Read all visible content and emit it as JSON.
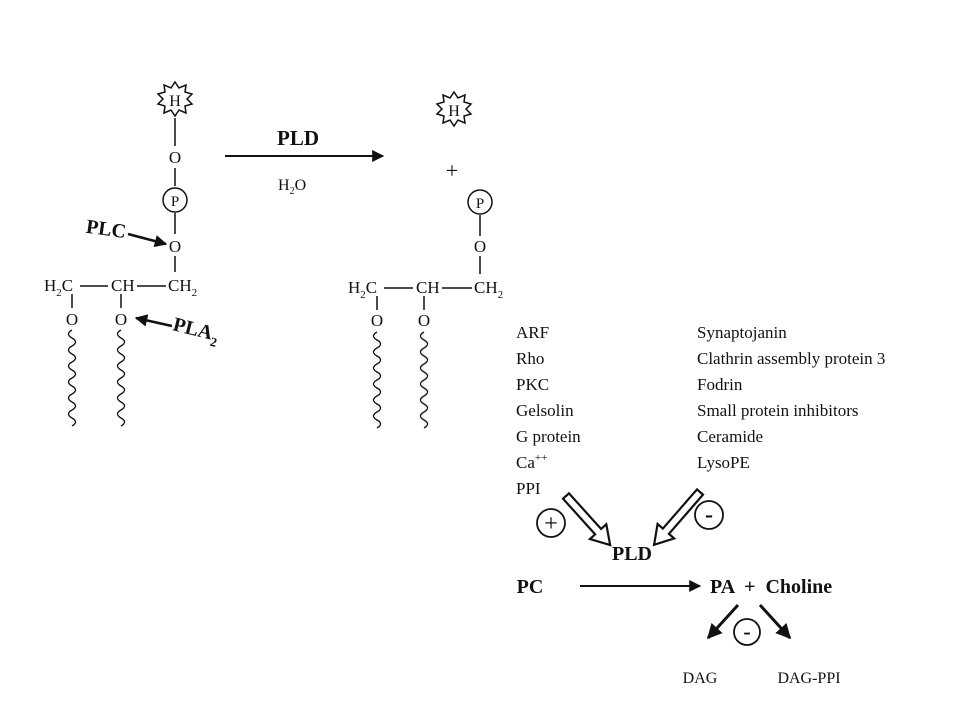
{
  "diagram": {
    "left_molecule": {
      "headgroup": "H",
      "phosphate": "P",
      "oxygen": "O",
      "backbone_left": "H",
      "backbone_left_sub": "2",
      "backbone_left_tail": "C",
      "backbone_mid": "CH",
      "backbone_right": "CH",
      "backbone_right_sub": "2",
      "dash": "—",
      "enzyme_plc": "PLC",
      "enzyme_pla": "PLA",
      "enzyme_pla_sub": "2"
    },
    "reaction": {
      "enzyme": "PLD",
      "cofactor": "H",
      "cofactor_sub": "2",
      "cofactor_tail": "O",
      "plus": "+"
    },
    "right_molecule": {
      "headgroup": "H",
      "phosphate": "P",
      "oxygen": "O",
      "backbone_left": "H",
      "backbone_left_sub": "2",
      "backbone_left_tail": "C",
      "backbone_mid": "CH",
      "backbone_right": "CH",
      "backbone_right_sub": "2"
    },
    "activators": [
      "ARF",
      "Rho",
      "PKC",
      "Gelsolin",
      "G protein",
      "Ca",
      "PPI"
    ],
    "activator_ca_sup": "++",
    "inhibitors": [
      "Synaptojanin",
      "Clathrin assembly protein 3",
      "Fodrin",
      "Small protein inhibitors",
      "Ceramide",
      "LysoPE"
    ],
    "plus_sign": "+",
    "minus_sign": "-",
    "center_enzyme": "PLD",
    "substrate": "PC",
    "products": "PA  +  Choline",
    "downstream": [
      "DAG",
      "DAG-PPI"
    ]
  }
}
